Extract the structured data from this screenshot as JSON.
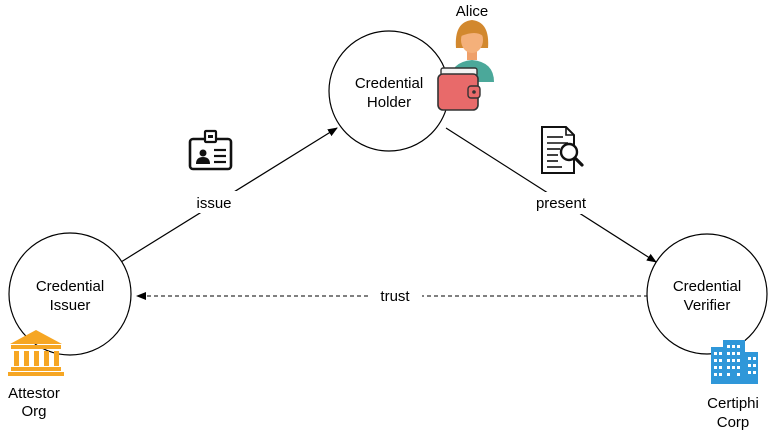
{
  "nodes": {
    "holder": {
      "line1": "Credential",
      "line2": "Holder"
    },
    "issuer": {
      "line1": "Credential",
      "line2": "Issuer"
    },
    "verifier": {
      "line1": "Credential",
      "line2": "Verifier"
    }
  },
  "edges": {
    "issue": "issue",
    "present": "present",
    "trust": "trust"
  },
  "actors": {
    "holder_name": "Alice",
    "issuer_name_line1": "Attestor",
    "issuer_name_line2": "Org",
    "verifier_name_line1": "Certiphi",
    "verifier_name_line2": "Corp"
  },
  "icons": {
    "holder_person": "person-avatar-icon",
    "holder_wallet": "wallet-icon",
    "issue_badge": "id-badge-icon",
    "present_document": "document-search-icon",
    "issuer_building": "bank-building-icon",
    "verifier_building": "office-building-icon"
  },
  "colors": {
    "person_skin": "#F4B07A",
    "person_hair": "#D2882E",
    "person_shirt": "#4BA89A",
    "wallet": "#E86A6A",
    "bank": "#F6A623",
    "office": "#2F97D9"
  }
}
